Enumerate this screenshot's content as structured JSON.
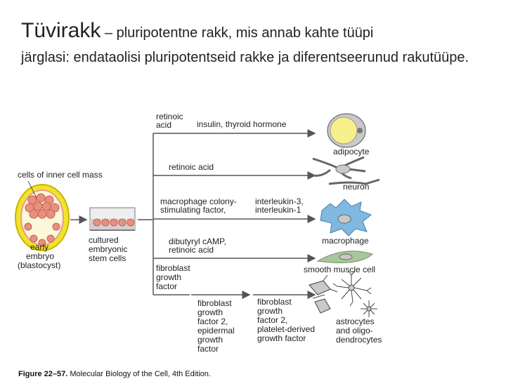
{
  "slide": {
    "title_word": "Tüvirakk",
    "title_rest": " – pluripotentne rakk, mis annab kahte tüüpi",
    "body": "järglasi: endataolisi pluripotentseid rakke ja diferentseerunud rakutüüpe."
  },
  "diagram": {
    "source_labels": {
      "inner_cell_mass": "cells of inner cell mass",
      "early_embryo": [
        "early",
        "embryo",
        "(blastocyst)"
      ],
      "cultured_cells": [
        "cultured",
        "embryonic",
        "stem cells"
      ]
    },
    "pathways": [
      {
        "factors": [
          "retinoic",
          "acid"
        ],
        "second_factors": [
          "insulin, thyroid hormone"
        ],
        "product": "adipocyte"
      },
      {
        "factors": [
          "retinoic acid"
        ],
        "second_factors": [],
        "product": "neuron"
      },
      {
        "factors": [
          "macrophage colony-",
          "stimulating factor,"
        ],
        "second_factors": [
          "interleukin-3,",
          "interleukin-1"
        ],
        "product": "macrophage"
      },
      {
        "factors": [
          "dibutyryl cAMP,",
          "retinoic acid"
        ],
        "second_factors": [],
        "product": "smooth muscle cell"
      },
      {
        "factors": [
          "fibroblast",
          "growth",
          "factor"
        ],
        "second_factors": [
          "fibroblast",
          "growth",
          "factor 2,",
          "epidermal",
          "growth",
          "factor"
        ],
        "third_factors": [
          "fibroblast",
          "growth",
          "factor 2,",
          "platelet-derived",
          "growth factor"
        ],
        "product": [
          "astrocytes",
          "and oligo-",
          "dendrocytes"
        ]
      }
    ],
    "caption_bold": "Figure 22–57.",
    "caption_rest": " Molecular Biology of the Cell, 4th Edition."
  },
  "colors": {
    "arrow": "#555555",
    "adipocyte_fill": "#f7ef8a",
    "cell_gray": "#c9c9c9",
    "macrophage_fill": "#7fb8e0",
    "embryo_ring": "#f2e22c",
    "embryo_cells": "#e89080",
    "muscle_fill": "#a7c79a"
  }
}
